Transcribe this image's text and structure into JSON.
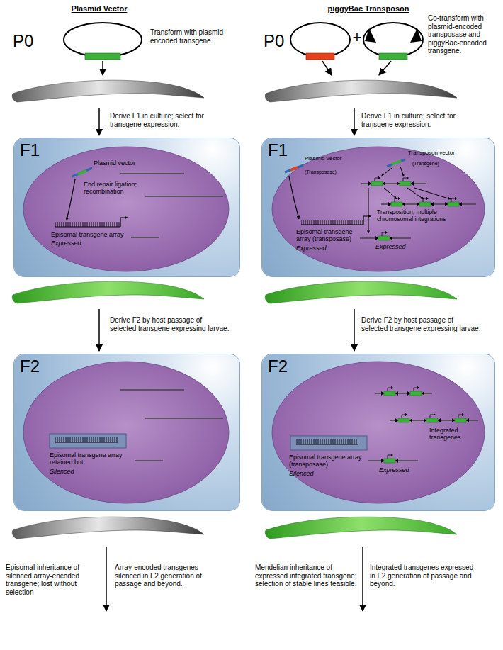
{
  "diagram": {
    "nodes": [
      {
        "text": [
          "F1",
          "Plasmid vector",
          "End repair ligation; recombination",
          "Episomal transgene array",
          "Expressed"
        ]
      },
      {
        "text": [
          "F1",
          "Plasmid vector",
          "(Transposase)",
          "Transposon vector",
          "(Transgene)",
          "Transposition; multiple chromosomal integrations",
          "Episomal transgene array (transposase)",
          "Expressed",
          "Expressed"
        ]
      },
      {
        "text": [
          "F2",
          "Episomal transgene array retained but",
          "Silenced"
        ]
      },
      {
        "text": [
          "F2",
          "Episomal transgene array (transposase)",
          "Silenced",
          "Integrated transgenes",
          "Expressed"
        ]
      }
    ],
    "labels": [
      "Plasmid Vector",
      "piggyBac Transposon",
      "P0",
      "Transform with plasmid-encoded transgene.",
      "P0",
      "+",
      "Co-transform with plasmid-encoded transposase and piggyBac-encoded transgene.",
      "Derive F1 in culture; select for transgene expression.",
      "Derive F1 in culture; select for transgene expression.",
      "Derive F2 by host passage of selected transgene expressing larvae.",
      "Derive F2 by host passage of selected transgene expressing larvae.",
      "Episomal inheritance of silenced array-encoded transgene; lost without selection",
      "Array-encoded transgenes silenced in F2 generation of passage and beyond.",
      "Mendelian inheritance of expressed integrated transgene; selection of stable lines feasible.",
      "Integrated transgenes expressed in F2 generation of passage and beyond."
    ]
  }
}
